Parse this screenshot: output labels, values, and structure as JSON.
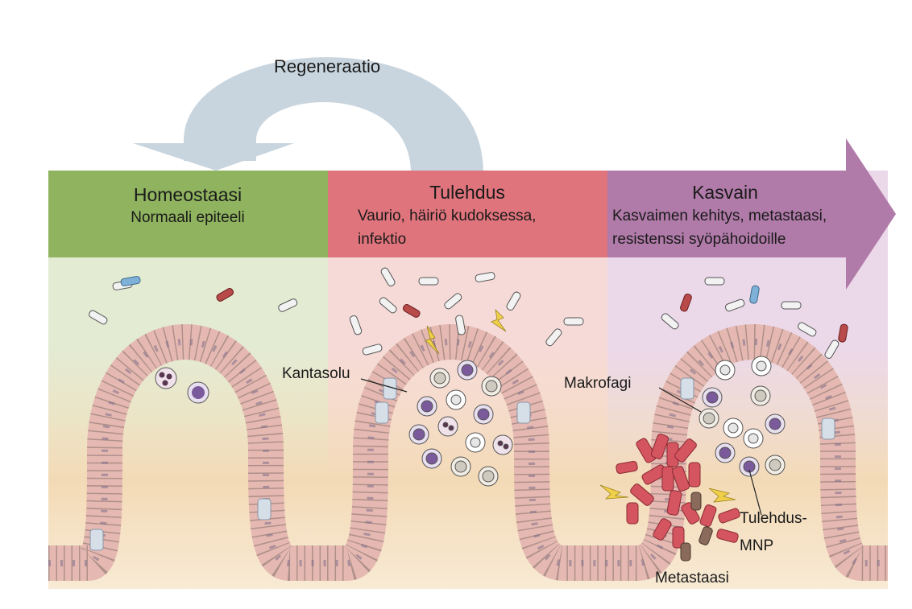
{
  "arrow_label": "Regeneraatio",
  "panels": [
    {
      "title": "Homeostaasi",
      "subtitle": [
        "Normaali epiteeli"
      ],
      "color": "#8fb35f",
      "bg": "#e4ecd3"
    },
    {
      "title": "Tulehdus",
      "subtitle": [
        "Vaurio, häiriö kudoksessa,",
        "infektio"
      ],
      "color": "#e0707a",
      "bg": "#f6d9d6"
    },
    {
      "title": "Kasvain",
      "subtitle": [
        "Kasvaimen kehitys, metastaasi,",
        "resistenssi syöpähoidoille"
      ],
      "color": "#a978a5",
      "bg": "#ead6e8"
    }
  ],
  "annotations": {
    "stem_cell": "Kantasolu",
    "macrophage": "Makrofagi",
    "inflammatory_1": "Tulehdus-",
    "inflammatory_2": "MNP",
    "metastasis": "Metastaasi"
  },
  "colors": {
    "regeneration_arrow": "#c7d3dd",
    "epithelium": "#e3b8b0",
    "stem_cell": "#d5dde7",
    "tumor_cell": "#d4555f",
    "tissue": "#f3d9b6"
  }
}
